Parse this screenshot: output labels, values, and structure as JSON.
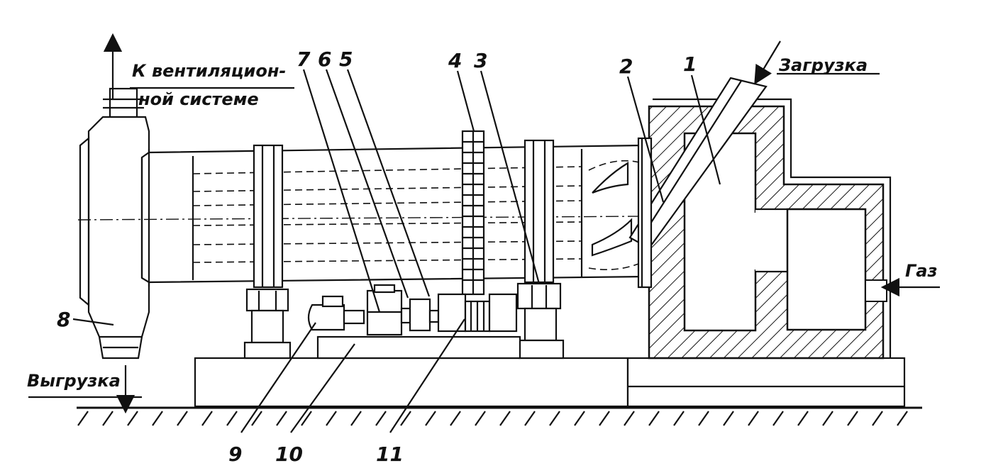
{
  "labels": {
    "to_ventilation_line1": "К вентиляцион-",
    "to_ventilation_line2": "ной системе",
    "loading": "Загрузка",
    "gas": "Газ",
    "unloading": "Выгрузка"
  },
  "numbers": {
    "n1": "1",
    "n2": "2",
    "n3": "3",
    "n4": "4",
    "n5": "5",
    "n6": "6",
    "n7": "7",
    "n8": "8",
    "n9": "9",
    "n10": "10",
    "n11": "11"
  }
}
